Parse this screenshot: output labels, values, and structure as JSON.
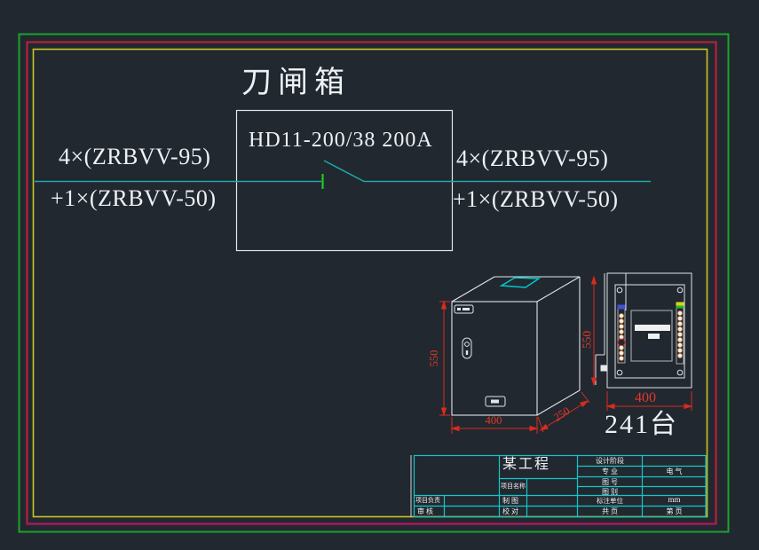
{
  "colors": {
    "background": "#212830",
    "frame_green": "#1ca32b",
    "frame_red": "#c21f3a",
    "frame_magenta": "#a5195e",
    "frame_yellow": "#c9c522",
    "line_white": "#e2e6ea",
    "wire_cyan": "#20a8a8",
    "contact_green": "#21c921",
    "dimension_red": "#d92b1e",
    "table_cyan": "#16c6c6",
    "lug_cyan": "#00c8c8"
  },
  "schematic": {
    "title": "刀闸箱",
    "device_label": "HD11-200/38 200A",
    "left_cable": {
      "top": "4×(ZRBVV-95)",
      "bottom": "+1×(ZRBVV-50)"
    },
    "right_cable": {
      "top": "4×(ZRBVV-95)",
      "bottom": "+1×(ZRBVV-50)"
    }
  },
  "enclosure": {
    "quantity": "241台",
    "iso_dims": {
      "height": "550",
      "width": "400",
      "depth": "250"
    },
    "front_dims": {
      "height": "550",
      "width": "400"
    }
  },
  "title_block": {
    "project_title": "某工程",
    "project_name_label": "项目名称",
    "project_lead_label": "项目负责",
    "review_label": "审  核",
    "draw_label": "制  图",
    "check_label": "校  对",
    "stage_label": "设计阶段",
    "major_label": "专  业",
    "major_value": "电  气",
    "drawing_no_label": "图  号",
    "drawing_type_label": "图  别",
    "unit_label": "标注单位",
    "unit_value": "mm",
    "total_pages_label": "共  页",
    "page_no_label": "第  页"
  }
}
